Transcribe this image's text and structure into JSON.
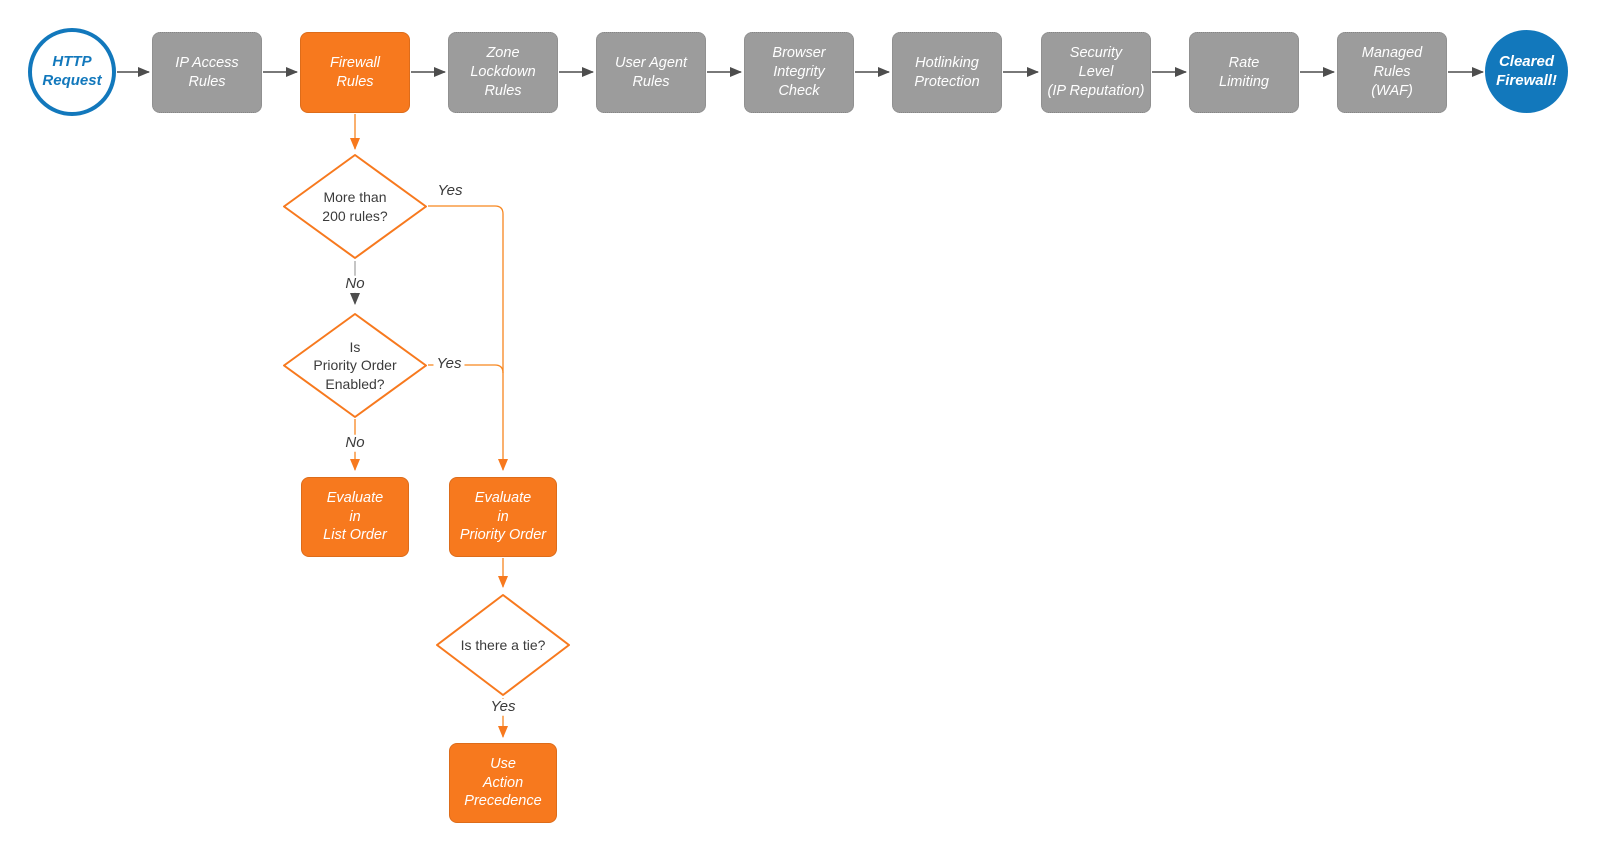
{
  "diagram": {
    "name": "Cloudflare firewall request evaluation flowchart",
    "colors": {
      "accent_orange": "#f7791e",
      "step_gray": "#9c9c9c",
      "brand_blue": "#1278bc",
      "arrow_dark": "#4d4d4d"
    },
    "start": {
      "label": "HTTP\nRequest"
    },
    "end": {
      "label": "Cleared\nFirewall!"
    },
    "pipeline": [
      {
        "label": "IP Access\nRules"
      },
      {
        "label": "Firewall\nRules"
      },
      {
        "label": "Zone\nLockdown\nRules"
      },
      {
        "label": "User Agent\nRules"
      },
      {
        "label": "Browser\nIntegrity\nCheck"
      },
      {
        "label": "Hotlinking\nProtection"
      },
      {
        "label": "Security\nLevel\n(IP Reputation)"
      },
      {
        "label": "Rate\nLimiting"
      },
      {
        "label": "Managed\nRules\n(WAF)"
      }
    ],
    "decisions": [
      {
        "label": "More than\n200 rules?",
        "yes_label": "Yes",
        "no_label": "No"
      },
      {
        "label": "Is\nPriority Order\nEnabled?",
        "yes_label": "Yes",
        "no_label": "No"
      },
      {
        "label": "Is there a tie?",
        "yes_label": "Yes"
      }
    ],
    "actions": [
      {
        "label": "Evaluate\nin\nList Order"
      },
      {
        "label": "Evaluate\nin\nPriority Order"
      },
      {
        "label": "Use\nAction\nPrecedence"
      }
    ]
  }
}
